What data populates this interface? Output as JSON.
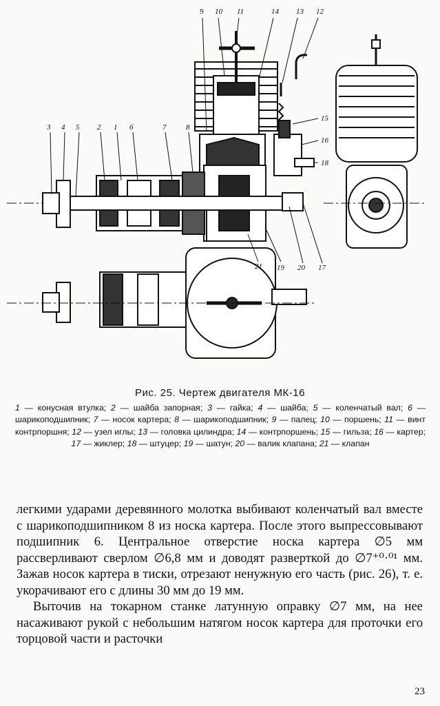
{
  "figure": {
    "leader_numbers_top": [
      "9",
      "10",
      "11",
      "14",
      "13",
      "12"
    ],
    "leader_numbers_left": [
      "3",
      "4",
      "5",
      "2",
      "1",
      "6",
      "7",
      "8"
    ],
    "leader_numbers_right": [
      "15",
      "16",
      "18"
    ],
    "leader_numbers_bottom": [
      "21",
      "19",
      "20",
      "17"
    ]
  },
  "caption": {
    "title": "Рис. 25. Чертеж двигателя МК-16",
    "legend": [
      {
        "n": "1",
        "text": "конусная втулка;"
      },
      {
        "n": "2",
        "text": "шайба запорная;"
      },
      {
        "n": "3",
        "text": "гайка;"
      },
      {
        "n": "4",
        "text": "шайба;"
      },
      {
        "n": "5",
        "text": "коленчатый вал;"
      },
      {
        "n": "6",
        "text": "шарикоподшипник;"
      },
      {
        "n": "7",
        "text": "носок картера;"
      },
      {
        "n": "8",
        "text": "шарикоподшипник;"
      },
      {
        "n": "9",
        "text": "палец;"
      },
      {
        "n": "10",
        "text": "поршень;"
      },
      {
        "n": "11",
        "text": "винт контрпоршня;"
      },
      {
        "n": "12",
        "text": "узел иглы;"
      },
      {
        "n": "13",
        "text": "головка цилиндра;"
      },
      {
        "n": "14",
        "text": "контрпоршень;"
      },
      {
        "n": "15",
        "text": "гильза;"
      },
      {
        "n": "16",
        "text": "картер;"
      },
      {
        "n": "17",
        "text": "жиклер;"
      },
      {
        "n": "18",
        "text": "штуцер;"
      },
      {
        "n": "19",
        "text": "шатун;"
      },
      {
        "n": "20",
        "text": "валик клапана;"
      },
      {
        "n": "21",
        "text": "клапан"
      }
    ]
  },
  "body": {
    "paragraph1": "легкими ударами деревянного молотка выбивают коленчатый вал вместе с шарикоподшипником 8 из носка картера. После этого выпрессовывают подшипник 6. Центральное отверстие носка картера ∅5 мм рассверливают сверлом ∅6,8 мм и доводят разверткой до ∅7⁺⁰·⁰¹ мм. Зажав носок картера в тиски, отрезают ненужную его часть (рис. 26), т. е. укорачивают его с длины 30 мм до 19 мм.",
    "paragraph2": "Выточив на токарном станке латунную оправку ∅7 мм, на нее насаживают рукой с небольшим натягом носок картера для проточки его торцовой части и расточки"
  },
  "page_number": "23"
}
